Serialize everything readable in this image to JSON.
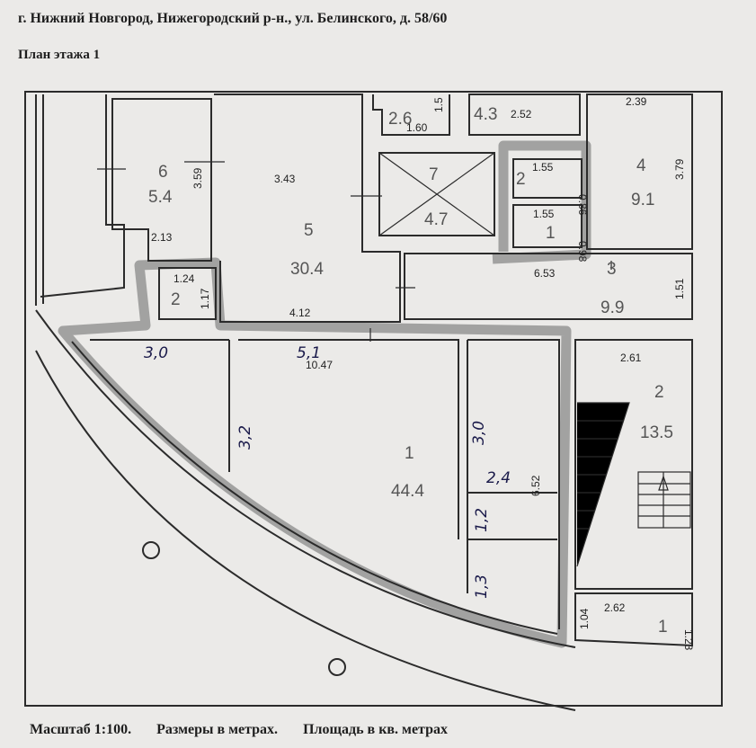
{
  "header": {
    "address": "г. Нижний Новгород,  Нижегородский р-н.,  ул.  Белинского,  д. 58/60",
    "plan_title": "План этажа 1"
  },
  "footer": {
    "scale": "Масштаб 1:100.",
    "dimensions_note": "Размеры в метрах.",
    "area_note": "Площадь в кв. метрах"
  },
  "rooms": {
    "r6": {
      "num": "6",
      "area": "5.4",
      "w": "3.59",
      "d": "2.13"
    },
    "r5": {
      "num": "5",
      "area": "30.4",
      "w": "3.43",
      "d": "4.12"
    },
    "r2small": {
      "num": "2",
      "w": "1.24",
      "d": "1.17"
    },
    "r26": {
      "area": "2.6",
      "w": "1.5",
      "d": "1.60"
    },
    "r43": {
      "area": "4.3",
      "w": "2.52"
    },
    "r7": {
      "num": "7",
      "area": "4.7"
    },
    "wc2": {
      "num": "2",
      "w": "1.55",
      "d": "0.86"
    },
    "wc1": {
      "num": "1",
      "w": "1.55",
      "d": "0.98"
    },
    "r4": {
      "num": "4",
      "area": "9.1",
      "w": "2.39",
      "d": "3.79"
    },
    "r3": {
      "num": "3",
      "area": "9.9",
      "w": "6.53",
      "d": "1.51"
    },
    "r1": {
      "num": "1",
      "area": "44.4",
      "w": "10.47",
      "d": "6.52"
    },
    "stair2": {
      "num": "2",
      "area": "13.5",
      "w": "2.61"
    },
    "r1b": {
      "num": "1",
      "w": "2.62",
      "d1": "1.04",
      "d2": "1.23"
    }
  },
  "handwritten": [
    "3,0",
    "5,1",
    "3,2",
    "3,0",
    "2,4",
    "1,2",
    "1,3"
  ]
}
